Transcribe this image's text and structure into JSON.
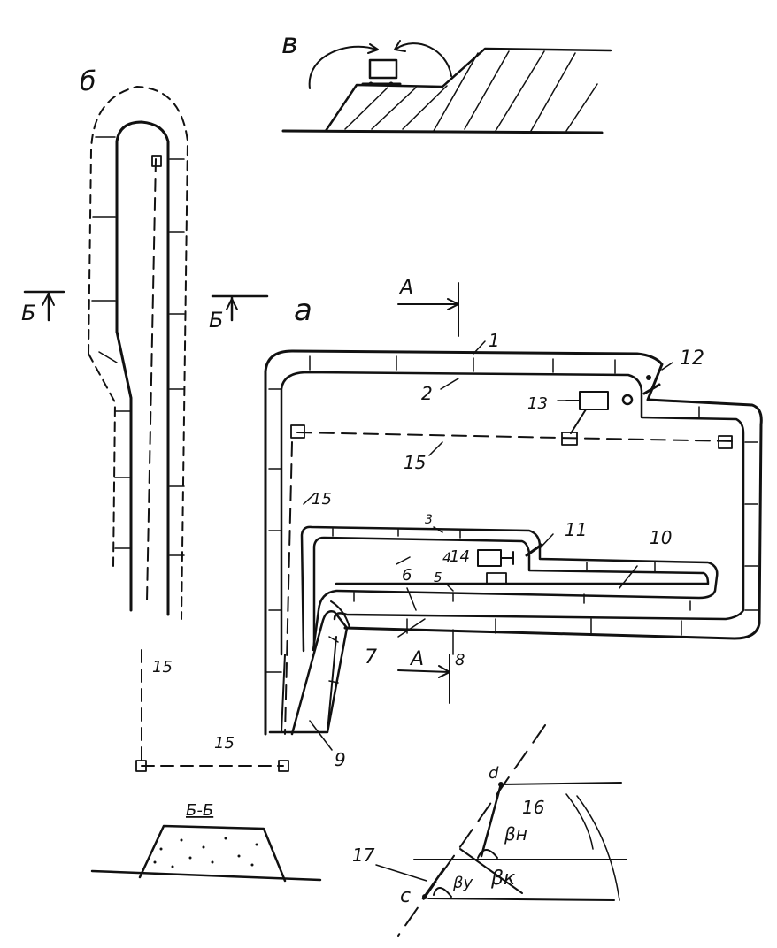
{
  "views": {
    "a": "а",
    "b": "б",
    "v": "в"
  },
  "section_marks": {
    "A_top": "А",
    "A_bottom": "А",
    "B_left": "Б",
    "B_right": "Б",
    "section_title": "Б-Б"
  },
  "callouts": {
    "n1": "1",
    "n2": "2",
    "n3": "3",
    "n4": "4",
    "n5": "5",
    "n6": "6",
    "n7": "7",
    "n8": "8",
    "n9": "9",
    "n10": "10",
    "n11": "11",
    "n12": "12",
    "n13": "13",
    "n14": "14",
    "n15_a1": "15",
    "n15_a2": "15",
    "n15_b1": "15",
    "n15_b2": "15",
    "n16": "16",
    "n17": "17"
  },
  "angle_labels": {
    "beta_n": "βн",
    "beta_y": "βу",
    "beta_k": "βк",
    "point_c": "c",
    "point_d": "d"
  }
}
